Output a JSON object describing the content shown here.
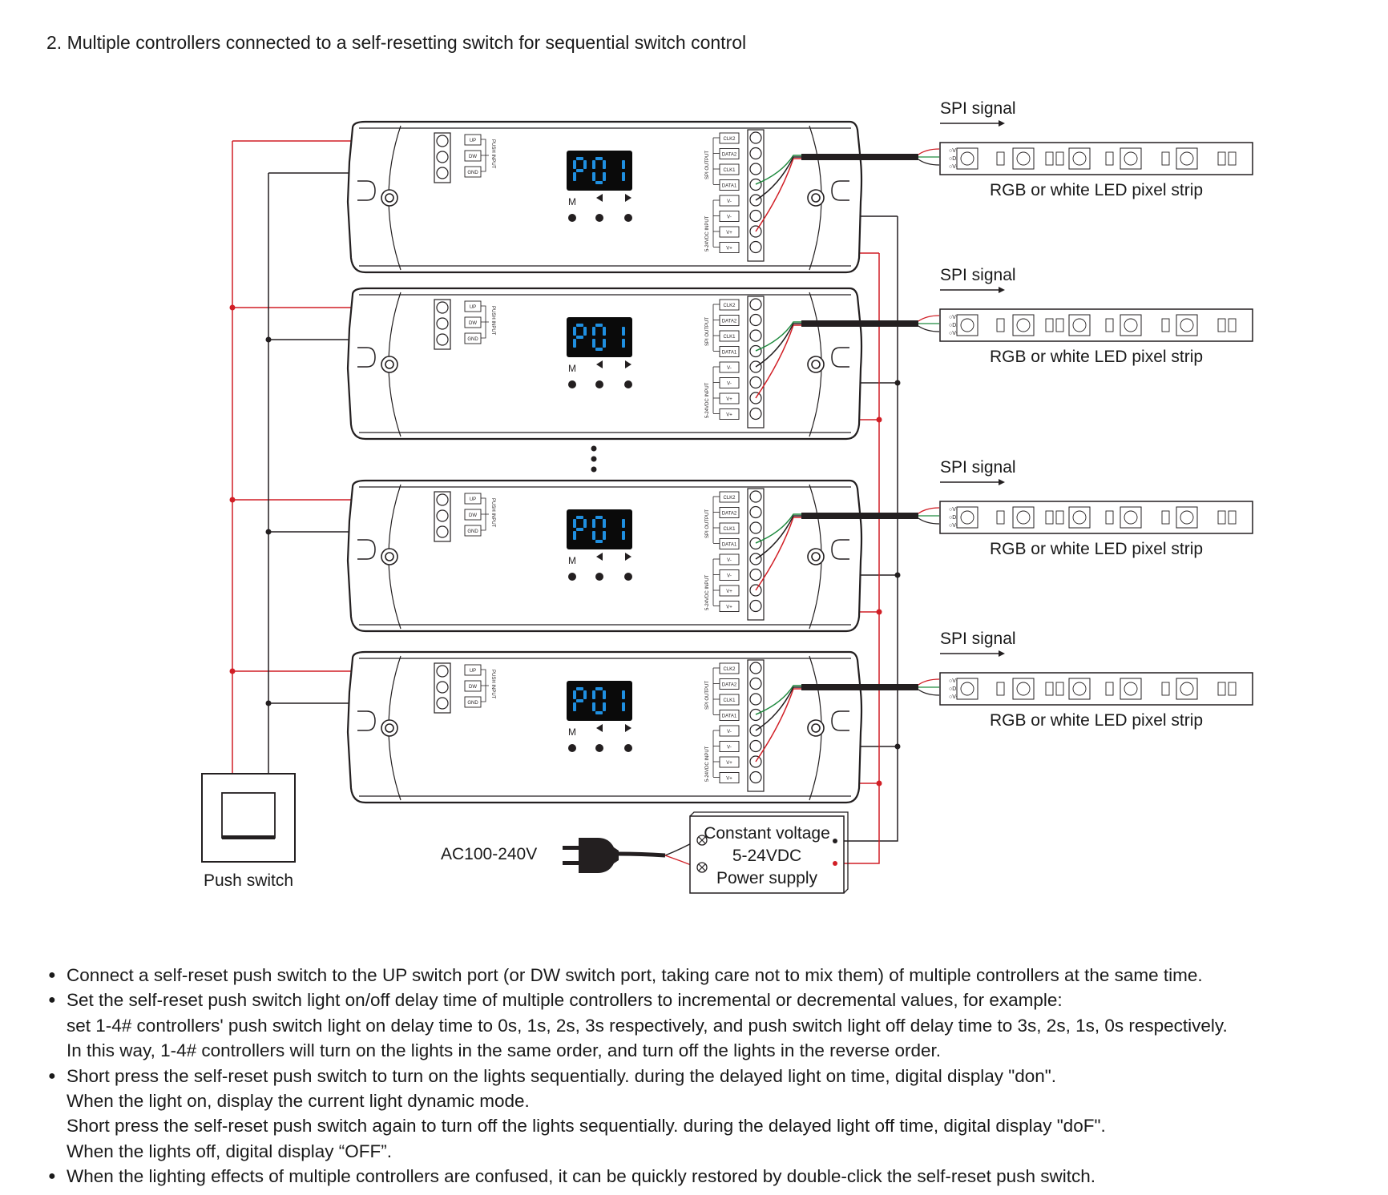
{
  "title": "2. Multiple controllers connected to a self-resetting switch for sequential switch control",
  "colors": {
    "wire_red": "#d11f26",
    "wire_black": "#231f20",
    "wire_green": "#1e8a3e",
    "display_bg": "#0a0a0a",
    "display_digits": "#1f8fe0"
  },
  "controller": {
    "display_text": "P01",
    "buttons": [
      "M",
      "◀",
      "▶"
    ],
    "push_input_label": "PUSH INPUT",
    "push_ports": [
      "UP",
      "DW",
      "GND"
    ],
    "spi_output_label": "SPI OUTPUT",
    "spi_ports": [
      "CLK2",
      "DATA2",
      "CLK1",
      "DATA1"
    ],
    "power_input_label": "5-24VDC INPUT",
    "power_ports": [
      "V-",
      "V-",
      "V+",
      "V+"
    ]
  },
  "controllers": [
    {
      "id": "controller-1"
    },
    {
      "id": "controller-2"
    },
    {
      "id": "controller-3"
    },
    {
      "id": "controller-4"
    }
  ],
  "ellipsis": "⋮",
  "led_strip": {
    "signal_label": "SPI signal",
    "pins": [
      "V+",
      "DA",
      "V-"
    ],
    "caption": "RGB or white LED pixel strip"
  },
  "push_switch": {
    "label": "Push switch"
  },
  "ac_input": {
    "label": "AC100-240V"
  },
  "power_supply": {
    "lines": [
      "Constant voltage",
      "5-24VDC",
      "Power supply"
    ]
  },
  "notes": [
    {
      "lines": [
        "Connect a self-reset push switch to the UP switch port (or DW switch port, taking care not to mix them) of multiple controllers at the same time."
      ]
    },
    {
      "lines": [
        "Set the self-reset push switch light on/off delay time of multiple controllers to incremental or decremental values, for example:",
        "set 1-4# controllers' push switch light on delay time to 0s, 1s, 2s, 3s respectively, and push switch light off delay time to 3s, 2s, 1s, 0s respectively.",
        "In this way, 1-4# controllers will turn on the lights in the same order, and turn off the lights in the reverse order."
      ]
    },
    {
      "lines": [
        "Short press the self-reset push switch to turn on the lights sequentially. during the delayed light on time, digital display \"don\".",
        "When the light on, display the current light dynamic mode.",
        "Short press the self-reset push switch again to turn off the lights sequentially. during the delayed light off time, digital display \"doF\".",
        "When the lights off, digital display “OFF”."
      ]
    },
    {
      "lines": [
        "When the lighting effects of multiple controllers are confused, it can be quickly restored by double-click the self-reset push switch."
      ]
    }
  ]
}
